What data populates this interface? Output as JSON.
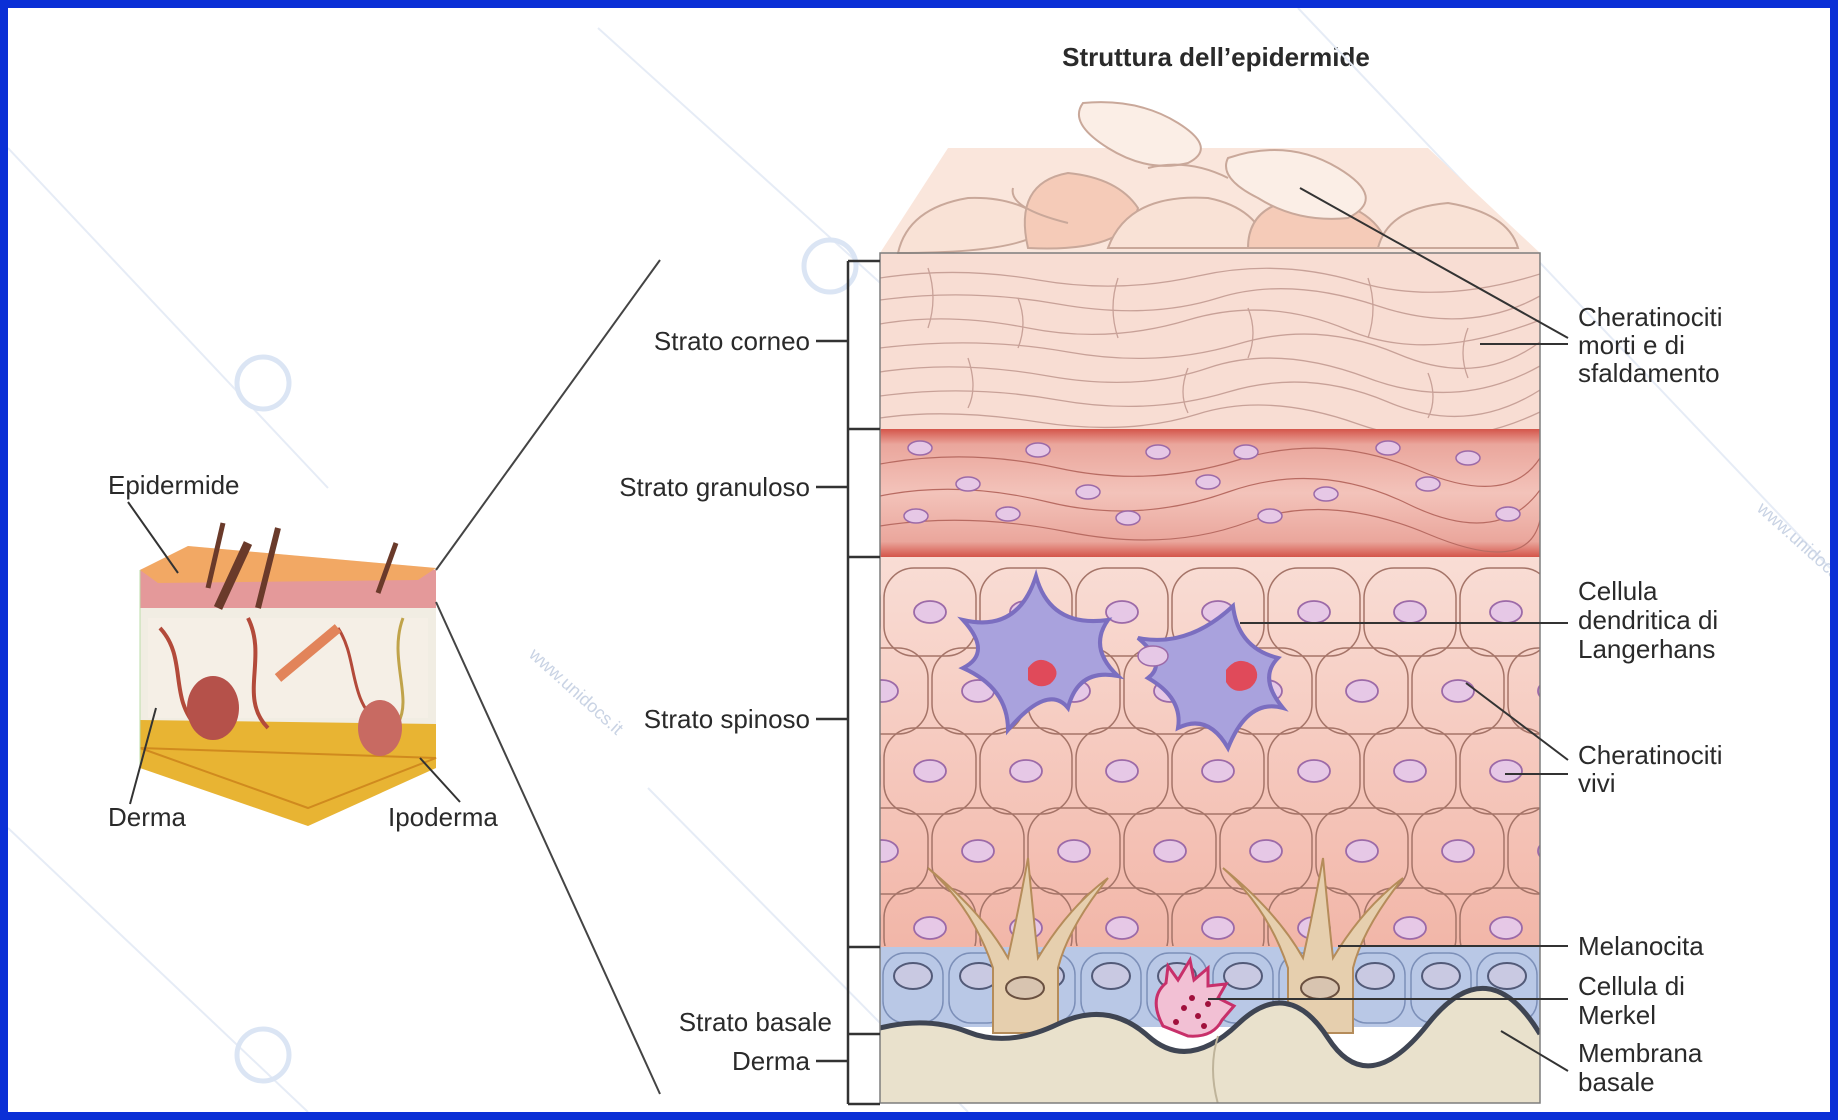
{
  "title": "Struttura dell’epidermide",
  "colors": {
    "frame": "#0a2fd6",
    "corneo": "#f8ddd3",
    "granuloso": "#e9a39a",
    "spinoso": "#f5cfc5",
    "basale": "#b9c8e6",
    "derma": "#e9e1cc",
    "langerhans": "#a9a2dd",
    "melanocita": "#e6cfae"
  },
  "icons": [
    "skin-block-icon",
    "watermark-logo-icon"
  ],
  "block_labels": {
    "epidermide": "Epidermide",
    "derma": "Derma",
    "ipoderma": "Ipoderma"
  },
  "layers": {
    "corneo": "Strato corneo",
    "granuloso": "Strato granuloso",
    "spinoso": "Strato spinoso",
    "basale": "Strato basale",
    "derma": "Derma"
  },
  "callouts": {
    "cheratinociti_morti": [
      "Cheratinociti",
      "morti e di",
      "sfaldamento"
    ],
    "langerhans": [
      "Cellula",
      "dendritica di",
      "Langerhans"
    ],
    "cheratinociti_vivi": [
      "Cheratinociti",
      "vivi"
    ],
    "melanocita": [
      "Melanocita"
    ],
    "merkel": [
      "Cellula di",
      "Merkel"
    ],
    "membrana": [
      "Membrana",
      "basale"
    ]
  },
  "watermark": "www.unidocs.it"
}
